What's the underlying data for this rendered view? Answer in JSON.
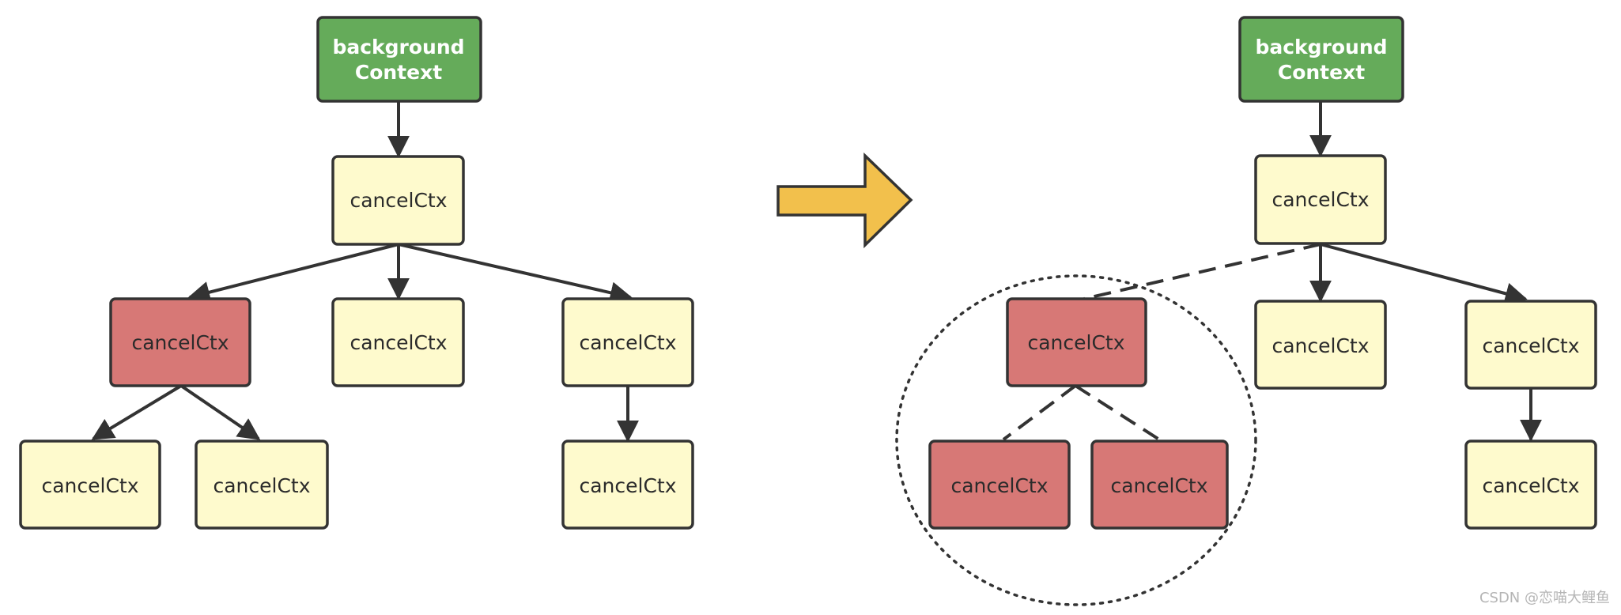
{
  "colors": {
    "root_fill": "#65ab5a",
    "normal_fill": "#fefacd",
    "canceled_fill": "#d77876",
    "stroke": "#333333",
    "transition_arrow": "#f2c04c",
    "watermark": "#b5b5b5"
  },
  "before": {
    "root": {
      "line1": "background",
      "line2": "Context"
    },
    "nodes": {
      "level1": "cancelCtx",
      "left": "cancelCtx",
      "middle": "cancelCtx",
      "right": "cancelCtx",
      "left_child_a": "cancelCtx",
      "left_child_b": "cancelCtx",
      "right_child": "cancelCtx"
    }
  },
  "after": {
    "root": {
      "line1": "background",
      "line2": "Context"
    },
    "nodes": {
      "level1": "cancelCtx",
      "left": "cancelCtx",
      "middle": "cancelCtx",
      "right": "cancelCtx",
      "left_child_a": "cancelCtx",
      "left_child_b": "cancelCtx",
      "right_child": "cancelCtx"
    }
  },
  "watermark": "CSDN @恋喵大鲤鱼"
}
